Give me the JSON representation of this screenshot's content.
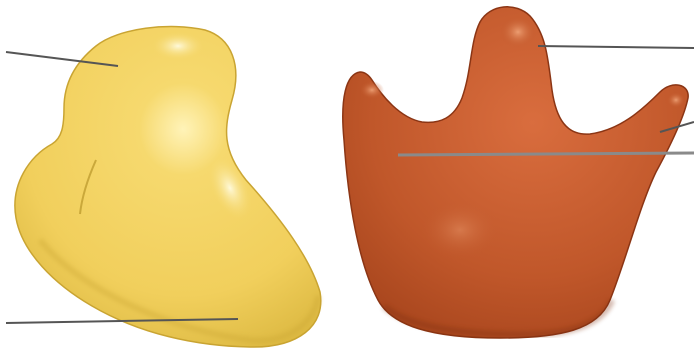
{
  "diagram": {
    "shapes": [
      {
        "id": "yellow-blob",
        "color": "#F1CF5C",
        "shade": "#D8B43C",
        "highlight": "#FFF3B8"
      },
      {
        "id": "red-hand-shape",
        "color": "#C0572A",
        "shade": "#9C3D17",
        "highlight": "#E58F62"
      }
    ],
    "leader_lines": [
      {
        "id": "line-yellow-top",
        "color": "#555555"
      },
      {
        "id": "line-yellow-bottom",
        "color": "#555555"
      },
      {
        "id": "line-red-top-lobe",
        "color": "#555555"
      },
      {
        "id": "line-red-right-lobe",
        "color": "#555555"
      },
      {
        "id": "line-red-body",
        "color": "#8A8A8A"
      }
    ]
  }
}
